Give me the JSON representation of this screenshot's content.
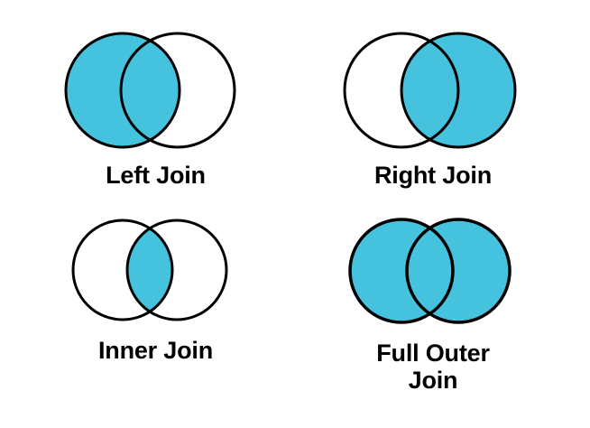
{
  "page": {
    "title": "SQL Join Types Venn Diagrams",
    "background_color": "#FFFFFF",
    "fill_color": "#45C3DE",
    "stroke_color": "#000000",
    "text_color": "#000000"
  },
  "diagrams": [
    {
      "id": "left-join",
      "label": "Left Join",
      "left_circle_filled": true,
      "right_circle_filled": false,
      "intersection_filled": true,
      "circle_diameter": 128
    },
    {
      "id": "right-join",
      "label": "Right Join",
      "left_circle_filled": false,
      "right_circle_filled": true,
      "intersection_filled": true,
      "circle_diameter": 128
    },
    {
      "id": "inner-join",
      "label": "Inner Join",
      "left_circle_filled": false,
      "right_circle_filled": false,
      "intersection_filled": true,
      "circle_diameter": 110
    },
    {
      "id": "full-outer-join",
      "label": "Full Outer\nJoin",
      "left_circle_filled": true,
      "right_circle_filled": true,
      "intersection_filled": true,
      "circle_diameter": 112
    }
  ]
}
